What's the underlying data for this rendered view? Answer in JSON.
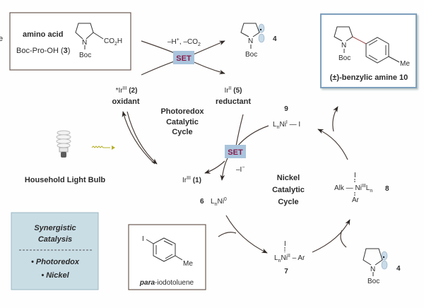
{
  "colors": {
    "set_box": "#a9c4dc",
    "set_text": "#8a1c4c",
    "synergy_box": "#c9dde5",
    "product_box_border": "#7e9fbc",
    "arrow": "#4a3e39"
  },
  "cut_text": "e",
  "amino_acid": {
    "title": "amino acid",
    "name": "Boc-Pro-OH (",
    "number": "3",
    "close": ")",
    "n": "N",
    "boc": "Boc",
    "acid": "CO",
    "acid_sub": "2",
    "acid_end": "H"
  },
  "decarbox": {
    "text": "–H",
    "sup": "+",
    "mid": ", –CO",
    "sub": "2"
  },
  "set_label": "SET",
  "radical_top": {
    "n": "N",
    "boc": "Boc",
    "number": "4"
  },
  "product": {
    "n": "N",
    "boc": "Boc",
    "me": "Me",
    "caption": "(±)-benzylic amine 10"
  },
  "ir_excited": {
    "star": "*",
    "ir": "Ir",
    "sup": "III",
    "num": " (2)",
    "role": "oxidant"
  },
  "ir_reduced": {
    "ir": "Ir",
    "sup": "II",
    "num": " (5)",
    "role": "reductant"
  },
  "ir_ground": {
    "ir": "Ir",
    "sup": "III",
    "num": " (1)"
  },
  "photoredox_cycle": [
    "Photoredox",
    "Catalytic",
    "Cycle"
  ],
  "nickel_cycle": [
    "Nickel",
    "Catalytic",
    "Cycle"
  ],
  "ni9": {
    "number": "9",
    "l": "L",
    "n": "n",
    "ni": "Ni",
    "sup": "I",
    "rest": " — I"
  },
  "iodide_loss": {
    "text": "–I",
    "sup": "−"
  },
  "ni6": {
    "number": "6",
    "l": "L",
    "n": "n",
    "ni": "Ni",
    "sup": "0"
  },
  "ni7": {
    "number": "7",
    "i": "I",
    "l": "L",
    "n": "n",
    "ni": "Ni",
    "sup": "II",
    "rest": " – Ar"
  },
  "ni8": {
    "number": "8",
    "i": "I",
    "alk": "Alk — Ni",
    "sup": "III",
    "l": "L",
    "n": "n",
    "ar": "Ar"
  },
  "light": {
    "label": "Household Light Bulb"
  },
  "radical_bottom": {
    "n": "N",
    "boc": "Boc",
    "number": "4"
  },
  "synergy": {
    "title1": "Synergistic",
    "title2": "Catalysis",
    "item1": "• Photoredox",
    "item2": "• Nickel"
  },
  "aryl_iodide": {
    "i": "I",
    "me": "Me",
    "name_italic": "para",
    "name_rest": "-iodotoluene"
  }
}
